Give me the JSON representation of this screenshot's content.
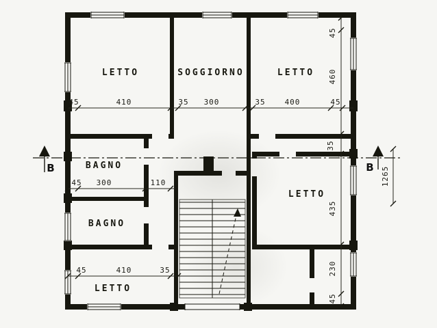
{
  "colors": {
    "paper": "#f6f6f3",
    "ink": "#17170f"
  },
  "rooms": {
    "letto_top_left": "LETTO",
    "soggiorno": "SOGGIORNO",
    "letto_top_right": "LETTO",
    "bagno_upper": "BAGNO",
    "bagno_lower": "BAGNO",
    "letto_right": "LETTO",
    "letto_bottom": "LETTO"
  },
  "dimensions": {
    "top_row": [
      "45",
      "410",
      "35",
      "300",
      "35",
      "400",
      "45"
    ],
    "right_column": [
      "45",
      "460",
      "35",
      "435",
      "230",
      "45"
    ],
    "bagno_row": [
      "45",
      "300",
      "110"
    ],
    "bottom_row": [
      "45",
      "410",
      "35"
    ],
    "overall_height": "1265"
  },
  "section": {
    "left_label": "B",
    "right_label": "B"
  }
}
